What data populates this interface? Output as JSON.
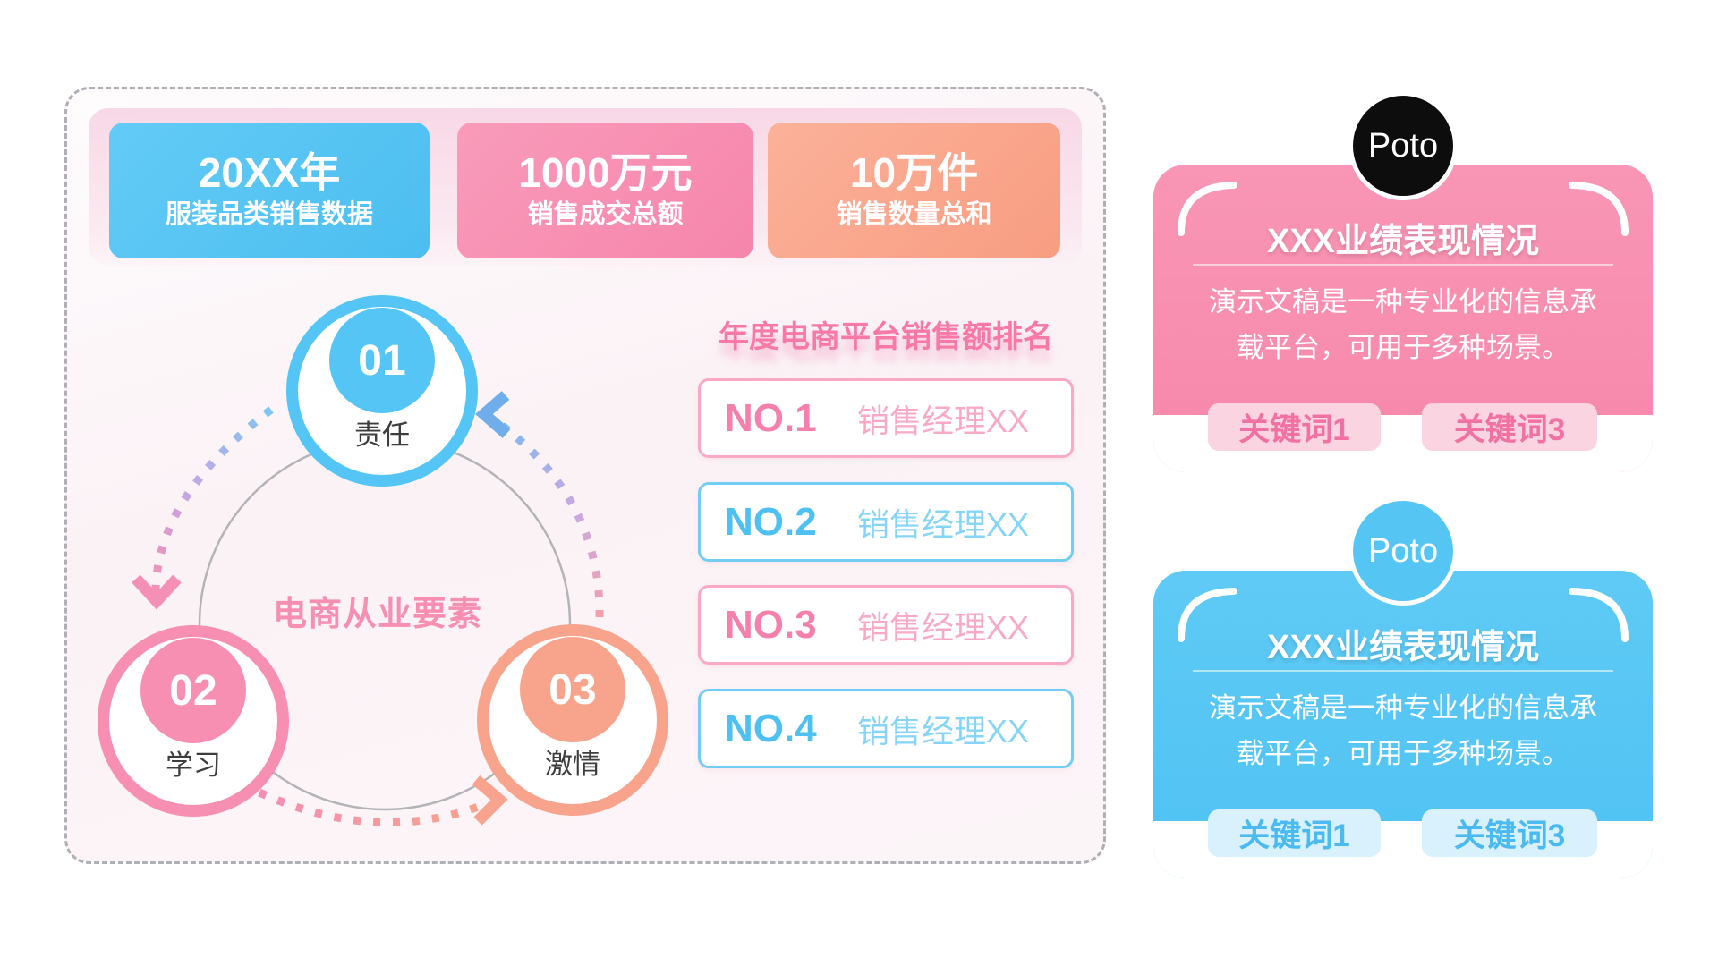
{
  "panel": {
    "stats": [
      {
        "value": "20XX年",
        "label": "服装品类销售数据",
        "color": "#54C5F4"
      },
      {
        "value": "1000万元",
        "label": "销售成交总额",
        "color": "#F78FB2"
      },
      {
        "value": "10万件",
        "label": "销售数量总和",
        "color": "#F8A48C"
      }
    ],
    "cycle": {
      "center_label": "电商从业要素",
      "items": [
        {
          "number": "01",
          "label": "责任",
          "color": "#54C5F4"
        },
        {
          "number": "02",
          "label": "学习",
          "color": "#F78FB2"
        },
        {
          "number": "03",
          "label": "激情",
          "color": "#F8A48C"
        }
      ]
    },
    "ranking": {
      "title": "年度电商平台销售额排名",
      "items": [
        {
          "rank": "NO.1",
          "name": "销售经理XX",
          "theme": "pink"
        },
        {
          "rank": "NO.2",
          "name": "销售经理XX",
          "theme": "blue"
        },
        {
          "rank": "NO.3",
          "name": "销售经理XX",
          "theme": "pink"
        },
        {
          "rank": "NO.4",
          "name": "销售经理XX",
          "theme": "blue"
        }
      ]
    }
  },
  "cards": [
    {
      "badge": "Poto",
      "title": "XXX业绩表现情况",
      "body_line1": "演示文稿是一种专业化的信息承",
      "body_line2": "载平台，可用于多种场景。",
      "tags": [
        "关键词1",
        "关键词3"
      ],
      "theme": "pink",
      "badge_color": "#0D0D0D",
      "card_color": "#F78FAF"
    },
    {
      "badge": "Poto",
      "title": "XXX业绩表现情况",
      "body_line1": "演示文稿是一种专业化的信息承",
      "body_line2": "载平台，可用于多种场景。",
      "tags": [
        "关键词1",
        "关键词3"
      ],
      "theme": "blue",
      "badge_color": "#55C6F4",
      "card_color": "#4FC2F3"
    }
  ],
  "colors": {
    "blue": "#54C5F4",
    "pink": "#F78FB2",
    "orange": "#F8A48C",
    "panel_border": "#AFAFB6",
    "band_pink": "#F8D6E5",
    "ring_gray": "#B3B3B8"
  }
}
